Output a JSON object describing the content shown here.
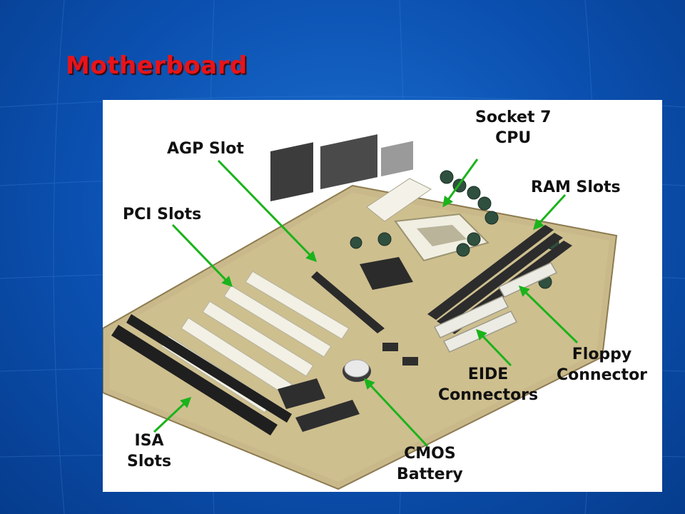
{
  "slide": {
    "title": "Motherboard"
  },
  "labels": {
    "agp": "AGP Slot",
    "socket": "Socket 7\nCPU",
    "ram": "RAM Slots",
    "pci": "PCI Slots",
    "floppy": "Floppy\nConnector",
    "eide": "EIDE\nConnectors",
    "isa": "ISA\nSlots",
    "cmos": "CMOS\nBattery"
  },
  "colors": {
    "background": "#0b50b0",
    "title": "#e8141a",
    "arrow": "#1bb31b",
    "board": "#c9b98a"
  }
}
